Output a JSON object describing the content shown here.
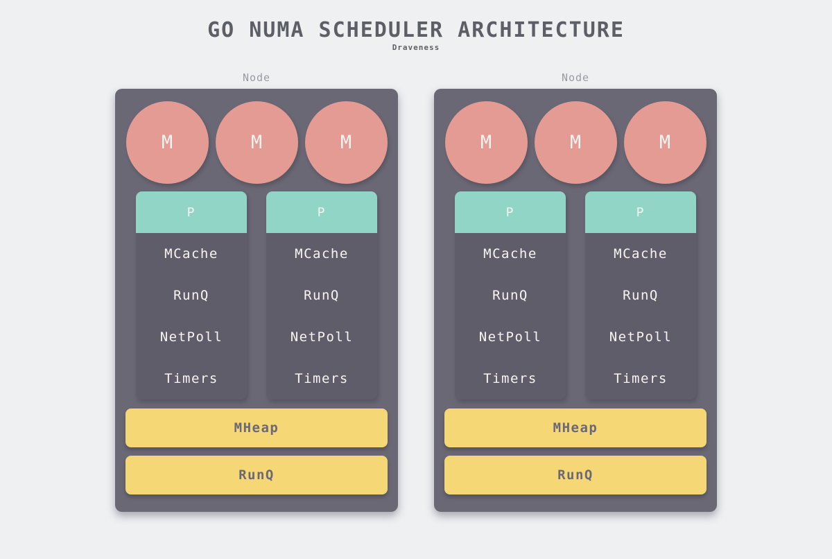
{
  "header": {
    "title": "GO NUMA SCHEDULER ARCHITECTURE",
    "subtitle": "Draveness"
  },
  "colors": {
    "page_background": "#eef0f2",
    "node_background": "#6b6876",
    "processor_body": "#605d6b",
    "processor_header": "#91d5c6",
    "machine_circle": "#e49b94",
    "shared_bar": "#f5d775",
    "light_text": "#f7f4f1",
    "dark_text": "#6b6876",
    "title_text": "#5d5f67",
    "node_label_text": "#9b9aa3"
  },
  "nodes": [
    {
      "label": "Node",
      "machines": [
        "M",
        "M",
        "M"
      ],
      "processors": [
        {
          "label": "P",
          "items": [
            "MCache",
            "RunQ",
            "NetPoll",
            "Timers"
          ]
        },
        {
          "label": "P",
          "items": [
            "MCache",
            "RunQ",
            "NetPoll",
            "Timers"
          ]
        }
      ],
      "bars": [
        "MHeap",
        "RunQ"
      ]
    },
    {
      "label": "Node",
      "machines": [
        "M",
        "M",
        "M"
      ],
      "processors": [
        {
          "label": "P",
          "items": [
            "MCache",
            "RunQ",
            "NetPoll",
            "Timers"
          ]
        },
        {
          "label": "P",
          "items": [
            "MCache",
            "RunQ",
            "NetPoll",
            "Timers"
          ]
        }
      ],
      "bars": [
        "MHeap",
        "RunQ"
      ]
    }
  ]
}
